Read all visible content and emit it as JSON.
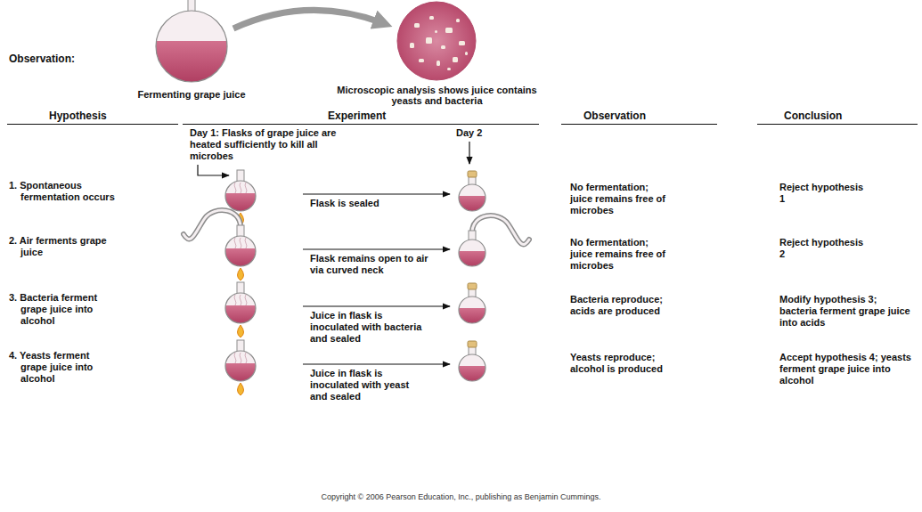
{
  "diagram": {
    "labels": [
      "Observation:",
      "Fermenting grape juice",
      "Microscopic analysis shows juice contains yeasts and bacteria",
      "Hypothesis",
      "Experiment",
      "Observation",
      "Conclusion",
      "Day 1: Flasks of grape juice are heated sufficiently to kill all microbes",
      "Day 2",
      "1. Spontaneous fermentation occurs",
      "Flask is sealed",
      "No fermentation; juice remains free of microbes",
      "Reject hypothesis 1",
      "2. Air ferments grape juice",
      "Flask remains open to air via curved neck",
      "No fermentation; juice remains free of microbes",
      "Reject hypothesis 2",
      "3. Bacteria ferment grape juice into alcohol",
      "Juice in flask is inoculated with bacteria and sealed",
      "Bacteria reproduce; acids are produced",
      "Modify hypothesis 3; bacteria ferment grape juice into acids",
      "4. Yeasts ferment grape juice into alcohol",
      "Juice in flask is inoculated with yeast and sealed",
      "Yeasts reproduce; alcohol is produced",
      "Accept hypothesis 4; yeasts ferment grape juice into alcohol",
      "Copyright © 2006 Pearson Education, Inc., publishing as Benjamin Cummings."
    ]
  }
}
